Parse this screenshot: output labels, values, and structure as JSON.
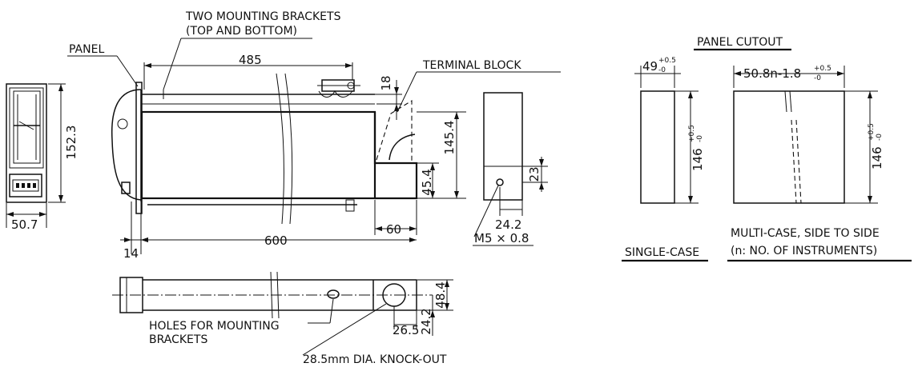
{
  "labels": {
    "brackets_line1": "TWO MOUNTING BRACKETS",
    "brackets_line2": "(TOP AND BOTTOM)",
    "panel": "PANEL",
    "terminal_block": "TERMINAL BLOCK",
    "holes_line1": "HOLES FOR MOUNTING",
    "holes_line2": "BRACKETS",
    "knockout": "28.5mm DIA. KNOCK-OUT",
    "panel_cutout": "PANEL CUTOUT",
    "single_case": "SINGLE-CASE",
    "multi_line1": "MULTI-CASE, SIDE TO SIDE",
    "multi_line2": "(n: NO. OF INSTRUMENTS)"
  },
  "dims": {
    "d485": "485",
    "d18": "18",
    "d152_3": "152.3",
    "d50_7": "50.7",
    "d145_4": "145.4",
    "d45_4": "45.4",
    "d23": "23",
    "d24_2_side": "24.2",
    "m5": "M5 × 0.8",
    "d60": "60",
    "d600": "600",
    "d14": "14",
    "d48_4": "48.4",
    "d26_5": "26.5",
    "d24_2_bottom": "24.2",
    "c49": "49",
    "c49_tol_plus": "+0.5",
    "c49_tol_minus": "-0",
    "c50_8": "50.8n-1.8",
    "c50_8_tol_plus": "+0.5",
    "c50_8_tol_minus": "-0",
    "c146_single": "146",
    "c146_multi": "146",
    "c146_tol_plus": "+0.5",
    "c146_tol_minus": "-0"
  }
}
